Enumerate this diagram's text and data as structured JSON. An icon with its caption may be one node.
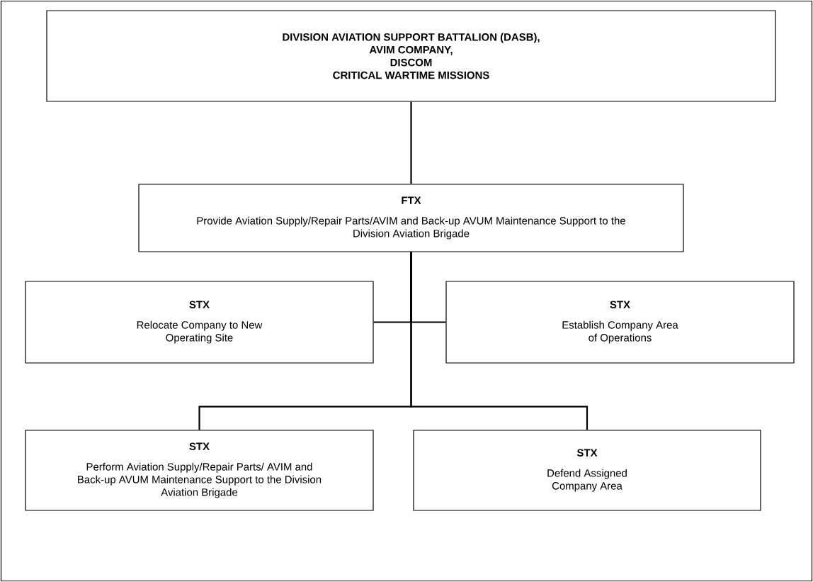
{
  "diagram": {
    "nodes": [
      {
        "text": [
          "DIVISION AVIATION SUPPORT BATTALION (DASB),",
          "AVIM COMPANY,",
          "DISCOM",
          "CRITICAL WARTIME MISSIONS"
        ]
      },
      {
        "text": [
          "FTX",
          "Provide Aviation Supply/Repair Parts/AVIM and Back-up AVUM Maintenance Support to the Division Aviation Brigade"
        ]
      },
      {
        "text": [
          "STX",
          "Relocate Company to New Operating Site"
        ]
      },
      {
        "text": [
          "STX",
          "Establish Company Area of Operations"
        ]
      },
      {
        "text": [
          "STX",
          "Perform Aviation Supply/Repair Parts/ AVIM and Back-up AVUM Maintenance Support to the Division Aviation Brigade"
        ]
      },
      {
        "text": [
          "STX",
          "Defend Assigned Company Area"
        ]
      }
    ],
    "edges": [
      {
        "from": 0,
        "to": 1,
        "arrow": "none"
      },
      {
        "from": 1,
        "to": 2,
        "arrow": "none"
      },
      {
        "from": 1,
        "to": 3,
        "arrow": "none"
      },
      {
        "from": 1,
        "to": 4,
        "arrow": "none"
      },
      {
        "from": 1,
        "to": 5,
        "arrow": "none"
      }
    ]
  }
}
